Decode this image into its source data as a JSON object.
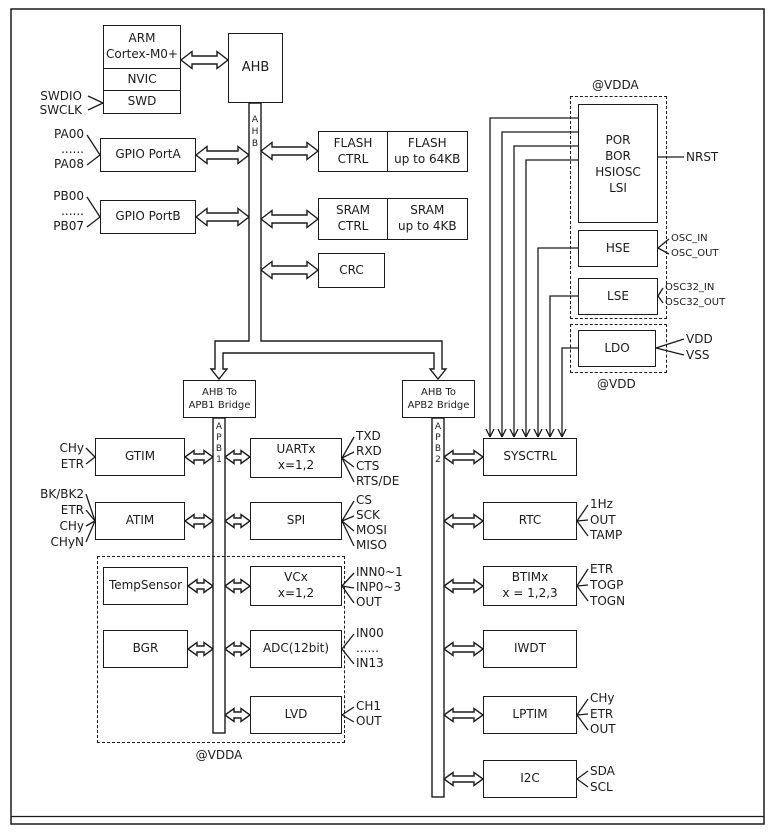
{
  "blocks": {
    "cpu": [
      "ARM",
      "Cortex-M0+"
    ],
    "nvic": "NVIC",
    "swd": "SWD",
    "ahb": "AHB",
    "gpioa": "GPIO PortA",
    "gpiob": "GPIO PortB",
    "flash_ctrl": [
      "FLASH",
      "CTRL"
    ],
    "flash_mem": [
      "FLASH",
      "up to 64KB"
    ],
    "sram_ctrl": [
      "SRAM",
      "CTRL"
    ],
    "sram_mem": [
      "SRAM",
      "up to 4KB"
    ],
    "crc": "CRC",
    "bridge1": [
      "AHB To",
      "APB1 Bridge"
    ],
    "bridge2": [
      "AHB To",
      "APB2 Bridge"
    ],
    "gtim": "GTIM",
    "atim": "ATIM",
    "tempsensor": "TempSensor",
    "bgr": "BGR",
    "uart": [
      "UARTx",
      "x=1,2"
    ],
    "spi": "SPI",
    "vcx": [
      "VCx",
      "x=1,2"
    ],
    "adc": "ADC(12bit)",
    "lvd": "LVD",
    "sysctrl": "SYSCTRL",
    "rtc": "RTC",
    "btim": [
      "BTIMx",
      "x = 1,2,3"
    ],
    "iwdt": "IWDT",
    "lptim": "LPTIM",
    "i2c": "I2C",
    "por": [
      "POR",
      "BOR",
      "HSIOSC",
      "LSI"
    ],
    "hse": "HSE",
    "lse": "LSE",
    "ldo": "LDO"
  },
  "bus_labels": {
    "ahb": [
      "A",
      "H",
      "B"
    ],
    "apb1": [
      "A",
      "P",
      "B",
      "1"
    ],
    "apb2": [
      "A",
      "P",
      "B",
      "2"
    ]
  },
  "regions": {
    "vdda_top": "@VDDA",
    "vdd": "@VDD",
    "vdda_analog": "@VDDA"
  },
  "pins": {
    "swd": [
      "SWDIO",
      "SWCLK"
    ],
    "gpioa": [
      "PA00",
      "......",
      "PA08"
    ],
    "gpiob": [
      "PB00",
      "......",
      "PB07"
    ],
    "gtim": [
      "CHy",
      "ETR"
    ],
    "atim": [
      "BK/BK2",
      "ETR",
      "CHy",
      "CHyN"
    ],
    "uart": [
      "TXD",
      "RXD",
      "CTS",
      "RTS/DE"
    ],
    "spi": [
      "CS",
      "SCK",
      "MOSI",
      "MISO"
    ],
    "vcx": [
      "INN0~1",
      "INP0~3",
      "OUT"
    ],
    "adc": [
      "IN00",
      "......",
      "IN13"
    ],
    "lvd": [
      "CH1",
      "OUT"
    ],
    "rtc": [
      "1Hz",
      "OUT",
      "TAMP"
    ],
    "btim": [
      "ETR",
      "TOGP",
      "TOGN"
    ],
    "lptim": [
      "CHy",
      "ETR",
      "OUT"
    ],
    "i2c": [
      "SDA",
      "SCL"
    ],
    "nrst": [
      "NRST"
    ],
    "hse": [
      "OSC_IN",
      "OSC_OUT"
    ],
    "lse": [
      "OSC32_IN",
      "OSC32_OUT"
    ],
    "ldo": [
      "VDD",
      "VSS"
    ]
  }
}
